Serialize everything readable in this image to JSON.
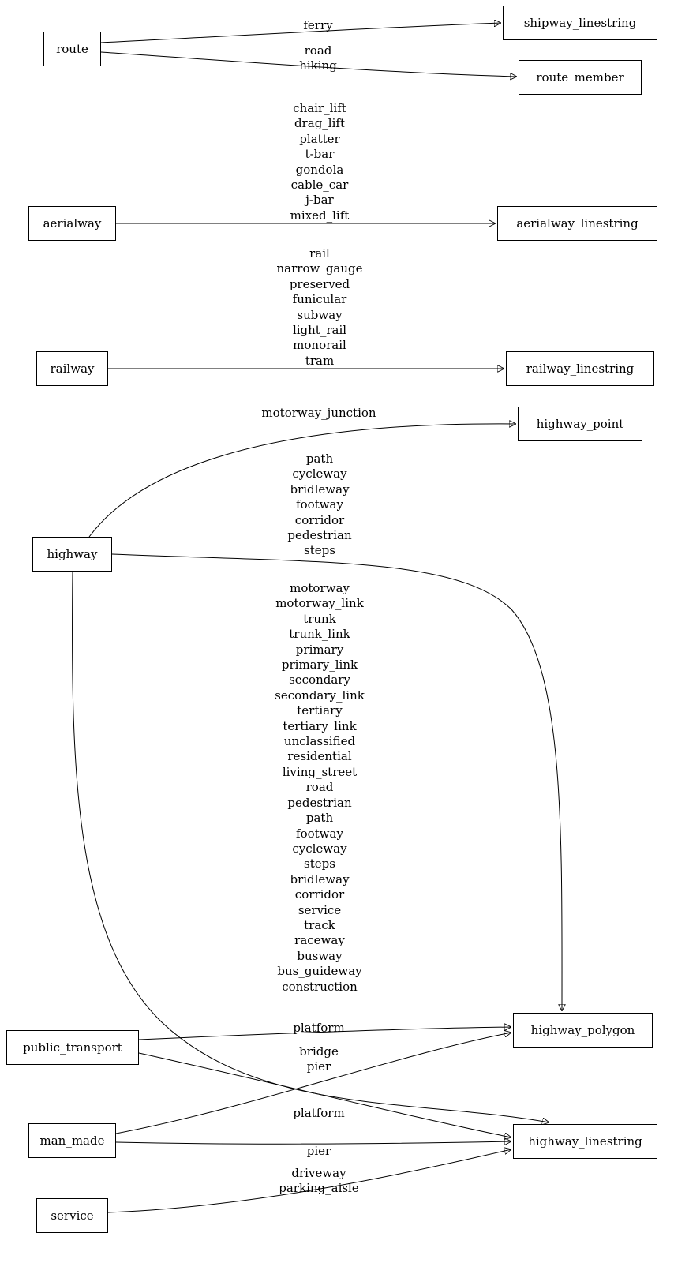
{
  "nodes": {
    "route": {
      "label": "route"
    },
    "shipway_linestring": {
      "label": "shipway_linestring"
    },
    "route_member": {
      "label": "route_member"
    },
    "aerialway": {
      "label": "aerialway"
    },
    "aerialway_linestring": {
      "label": "aerialway_linestring"
    },
    "railway": {
      "label": "railway"
    },
    "railway_linestring": {
      "label": "railway_linestring"
    },
    "highway": {
      "label": "highway"
    },
    "highway_point": {
      "label": "highway_point"
    },
    "highway_polygon": {
      "label": "highway_polygon"
    },
    "highway_linestring": {
      "label": "highway_linestring"
    },
    "public_transport": {
      "label": "public_transport"
    },
    "man_made": {
      "label": "man_made"
    },
    "service": {
      "label": "service"
    }
  },
  "edges": {
    "route_to_shipway_linestring": {
      "label": "ferry"
    },
    "route_to_route_member": {
      "label": "road\nhiking"
    },
    "aerialway_to_aerialway_linestring": {
      "label": "chair_lift\ndrag_lift\nplatter\nt-bar\ngondola\ncable_car\nj-bar\nmixed_lift"
    },
    "railway_to_railway_linestring": {
      "label": "rail\nnarrow_gauge\npreserved\nfunicular\nsubway\nlight_rail\nmonorail\ntram"
    },
    "highway_to_highway_point": {
      "label": "motorway_junction"
    },
    "highway_to_highway_polygon": {
      "label": "path\ncycleway\nbridleway\nfootway\ncorridor\npedestrian\nsteps"
    },
    "highway_to_highway_linestring": {
      "label": "motorway\nmotorway_link\ntrunk\ntrunk_link\nprimary\nprimary_link\nsecondary\nsecondary_link\ntertiary\ntertiary_link\nunclassified\nresidential\nliving_street\nroad\npedestrian\npath\nfootway\ncycleway\nsteps\nbridleway\ncorridor\nservice\ntrack\nraceway\nbusway\nbus_guideway\nconstruction"
    },
    "public_transport_to_highway_polygon": {
      "label": "platform"
    },
    "public_transport_to_highway_linestring": {
      "label": "platform"
    },
    "man_made_to_highway_polygon": {
      "label": "bridge\npier"
    },
    "man_made_to_highway_linestring": {
      "label": "pier"
    },
    "service_to_highway_linestring": {
      "label": "driveway\nparking_aisle"
    }
  },
  "colors": {
    "stroke": "#000000",
    "background": "#ffffff"
  }
}
